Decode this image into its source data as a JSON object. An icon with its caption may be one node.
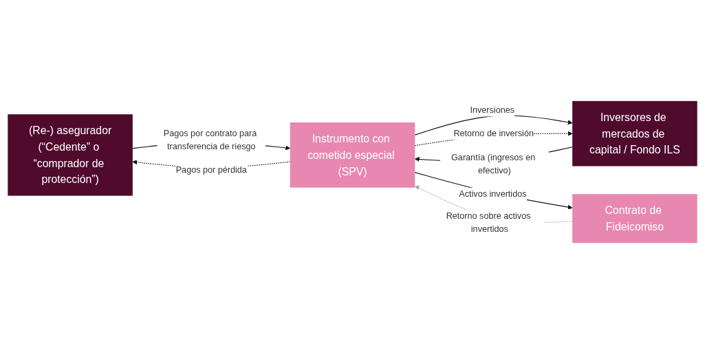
{
  "diagram": {
    "nodes": [
      {
        "text": [
          "(Re-) asegurador",
          "(“Cedente” o “comprador de protección”)"
        ]
      },
      {
        "text": [
          "Instrumento con cometido especial (SPV)"
        ]
      },
      {
        "text": [
          "Inversores de mercados de capital / Fondo ILS"
        ]
      },
      {
        "text": [
          "Contrato de Fideicomiso"
        ]
      }
    ],
    "edges": [
      {
        "from": 0,
        "to": 1,
        "arrow": "to",
        "label": "Pagos por contrato para transferencia de riesgo"
      },
      {
        "from": 1,
        "to": 0,
        "arrow": "to",
        "label": "Pagos por pérdida",
        "style": "dashed"
      },
      {
        "from": 2,
        "to": 1,
        "arrow": "to",
        "label": "Garantía (ingresos en efectivo)"
      },
      {
        "from": 1,
        "to": 2,
        "arrow": "to",
        "label": "Inversiones"
      },
      {
        "from": 1,
        "to": 2,
        "arrow": "to",
        "label": "Retorno de inversión",
        "style": "dashed"
      },
      {
        "from": 3,
        "to": 1,
        "arrow": "to",
        "label": "Retorno sobre activos invertidos",
        "style": "dashed",
        "color": "#aaaaaa"
      },
      {
        "from": 1,
        "to": 3,
        "arrow": "to",
        "label": "Activos invertidos"
      }
    ]
  }
}
